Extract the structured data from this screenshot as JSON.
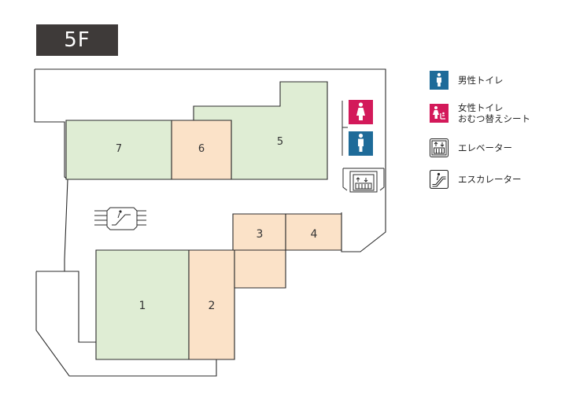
{
  "floor": {
    "label": "5F"
  },
  "rooms": [
    {
      "id": "1",
      "label": "1",
      "category": "green"
    },
    {
      "id": "2",
      "label": "2",
      "category": "orange"
    },
    {
      "id": "3",
      "label": "3",
      "category": "orange"
    },
    {
      "id": "4",
      "label": "4",
      "category": "orange"
    },
    {
      "id": "5",
      "label": "5",
      "category": "green"
    },
    {
      "id": "6",
      "label": "6",
      "category": "orange"
    },
    {
      "id": "7",
      "label": "7",
      "category": "green"
    }
  ],
  "colors": {
    "green": "#dfedd4",
    "orange": "#fbe2c8",
    "outline": "#2b2b2b",
    "mens_restroom": "#1e6b99",
    "womens_restroom": "#d3195a",
    "badge": "#3e3a39"
  },
  "legend": {
    "mens_restroom": {
      "icon": "mens-restroom-icon",
      "label": "男性トイレ"
    },
    "womens_restroom": {
      "icon": "womens-restroom-icon",
      "label_line1": "女性トイレ",
      "label_line2": "おむつ替えシート"
    },
    "elevator": {
      "icon": "elevator-icon",
      "label": "エレベーター"
    },
    "escalator": {
      "icon": "escalator-icon",
      "label": "エスカレーター"
    }
  },
  "map_icons": [
    "womens-restroom-icon",
    "mens-restroom-icon",
    "elevator-icon",
    "escalator-icon"
  ]
}
